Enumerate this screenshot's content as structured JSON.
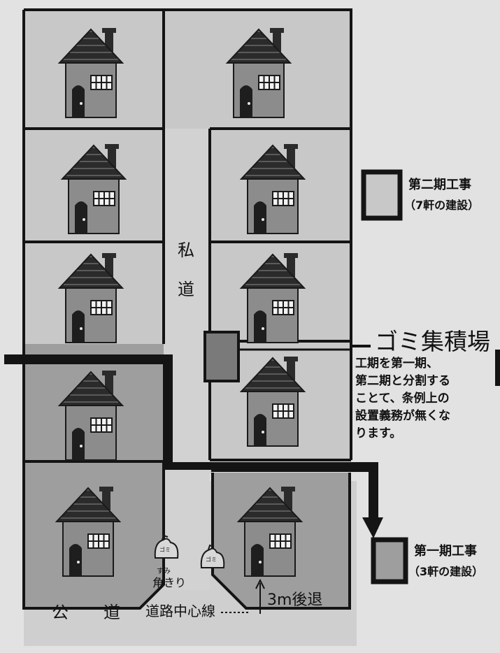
{
  "road": {
    "private_road_char1": "私",
    "private_road_char2": "道",
    "public_road_char1": "公",
    "public_road_char2": "道",
    "center_line": "道路中心線",
    "setback": "3m後退",
    "corner_cut_small": "すみ",
    "corner_cut": "角きり",
    "garbage_bag_mark": "ゴミ"
  },
  "garbage": {
    "title": "ゴミ集積場",
    "note_lines": [
      "工期を第一期、",
      "第二期と分割する",
      "ことて、条例上の",
      "設置義務が無くな",
      "ります。"
    ]
  },
  "legend": {
    "phase2_title": "第二期工事",
    "phase2_sub": "（7軒の建設）",
    "phase1_title": "第一期工事",
    "phase1_sub": "（3軒の建設）"
  },
  "colors": {
    "background": "#e2e2e2",
    "plot_fill": "#c8c8c8",
    "phase1_fill": "#9e9e9e",
    "outline": "#141414",
    "house_body": "#8c8c8c",
    "roof": "#2b2b2b"
  }
}
